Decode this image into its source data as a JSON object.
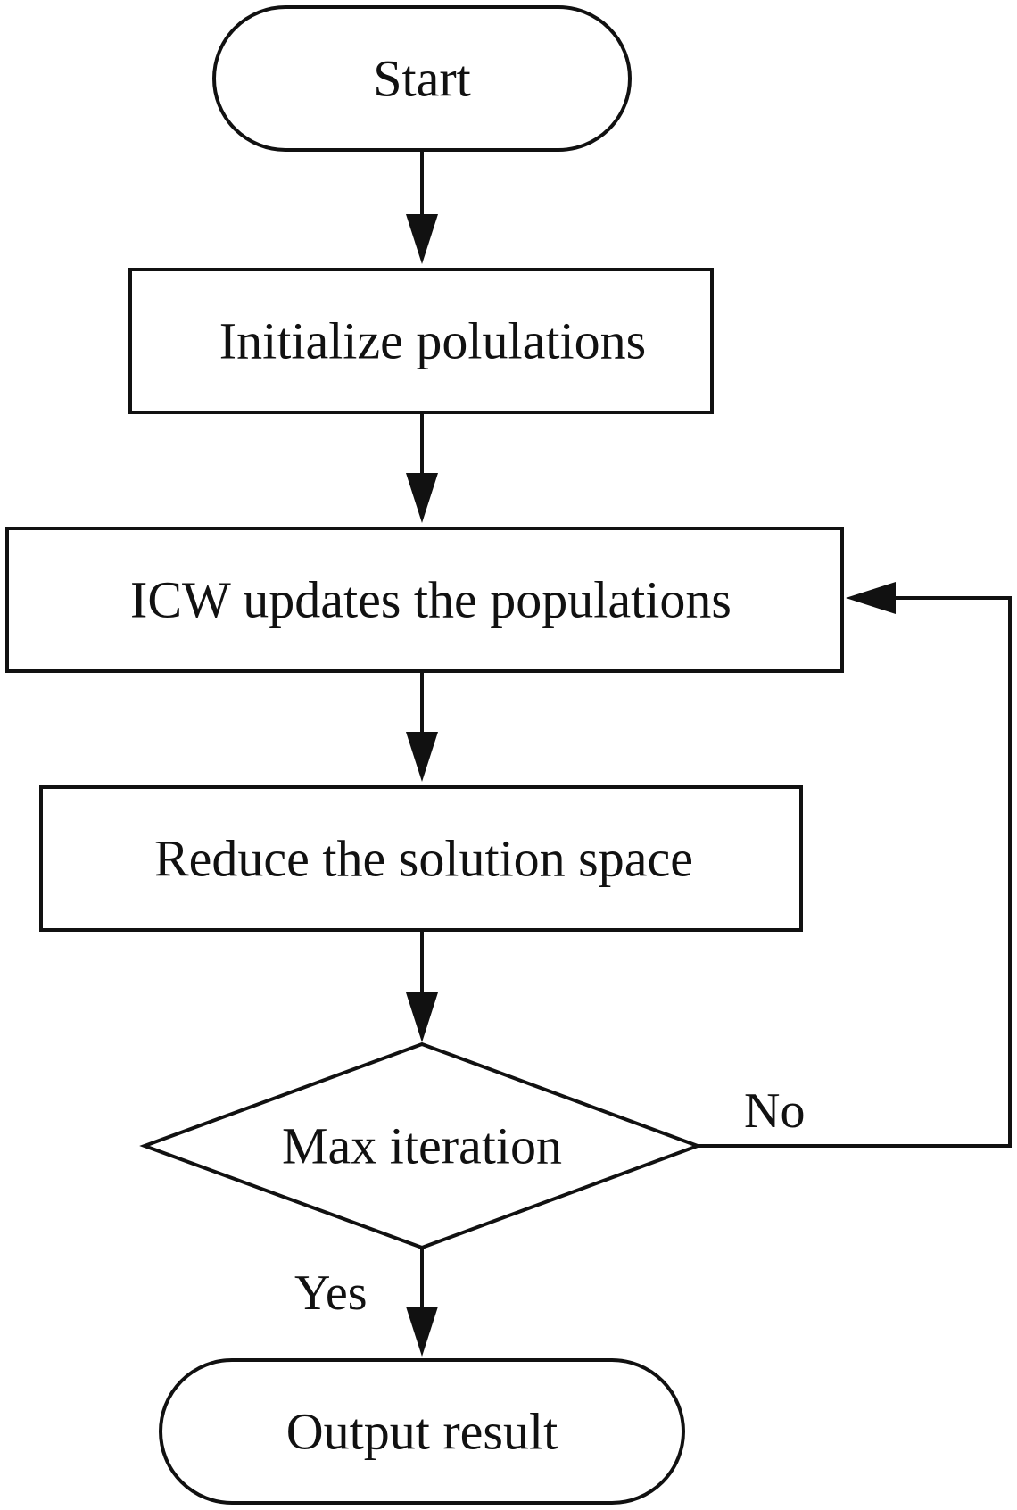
{
  "nodes": {
    "start": {
      "label": "Start",
      "shape": "terminal"
    },
    "initialize": {
      "label": "Initialize polulations",
      "shape": "process"
    },
    "update": {
      "label": "ICW updates the populations",
      "shape": "process"
    },
    "reduce": {
      "label": "Reduce the solution space",
      "shape": "process"
    },
    "decision": {
      "label": "Max iteration",
      "shape": "decision"
    },
    "output": {
      "label": "Output result",
      "shape": "terminal"
    }
  },
  "edges": {
    "start_to_initialize": {
      "from": "start",
      "to": "initialize",
      "label": ""
    },
    "initialize_to_update": {
      "from": "initialize",
      "to": "update",
      "label": ""
    },
    "update_to_reduce": {
      "from": "update",
      "to": "reduce",
      "label": ""
    },
    "reduce_to_decision": {
      "from": "reduce",
      "to": "decision",
      "label": ""
    },
    "decision_no": {
      "from": "decision",
      "to": "update",
      "label": "No"
    },
    "decision_yes": {
      "from": "decision",
      "to": "output",
      "label": "Yes"
    }
  },
  "colors": {
    "stroke": "#111111",
    "fill": "#ffffff",
    "text": "#111111"
  }
}
